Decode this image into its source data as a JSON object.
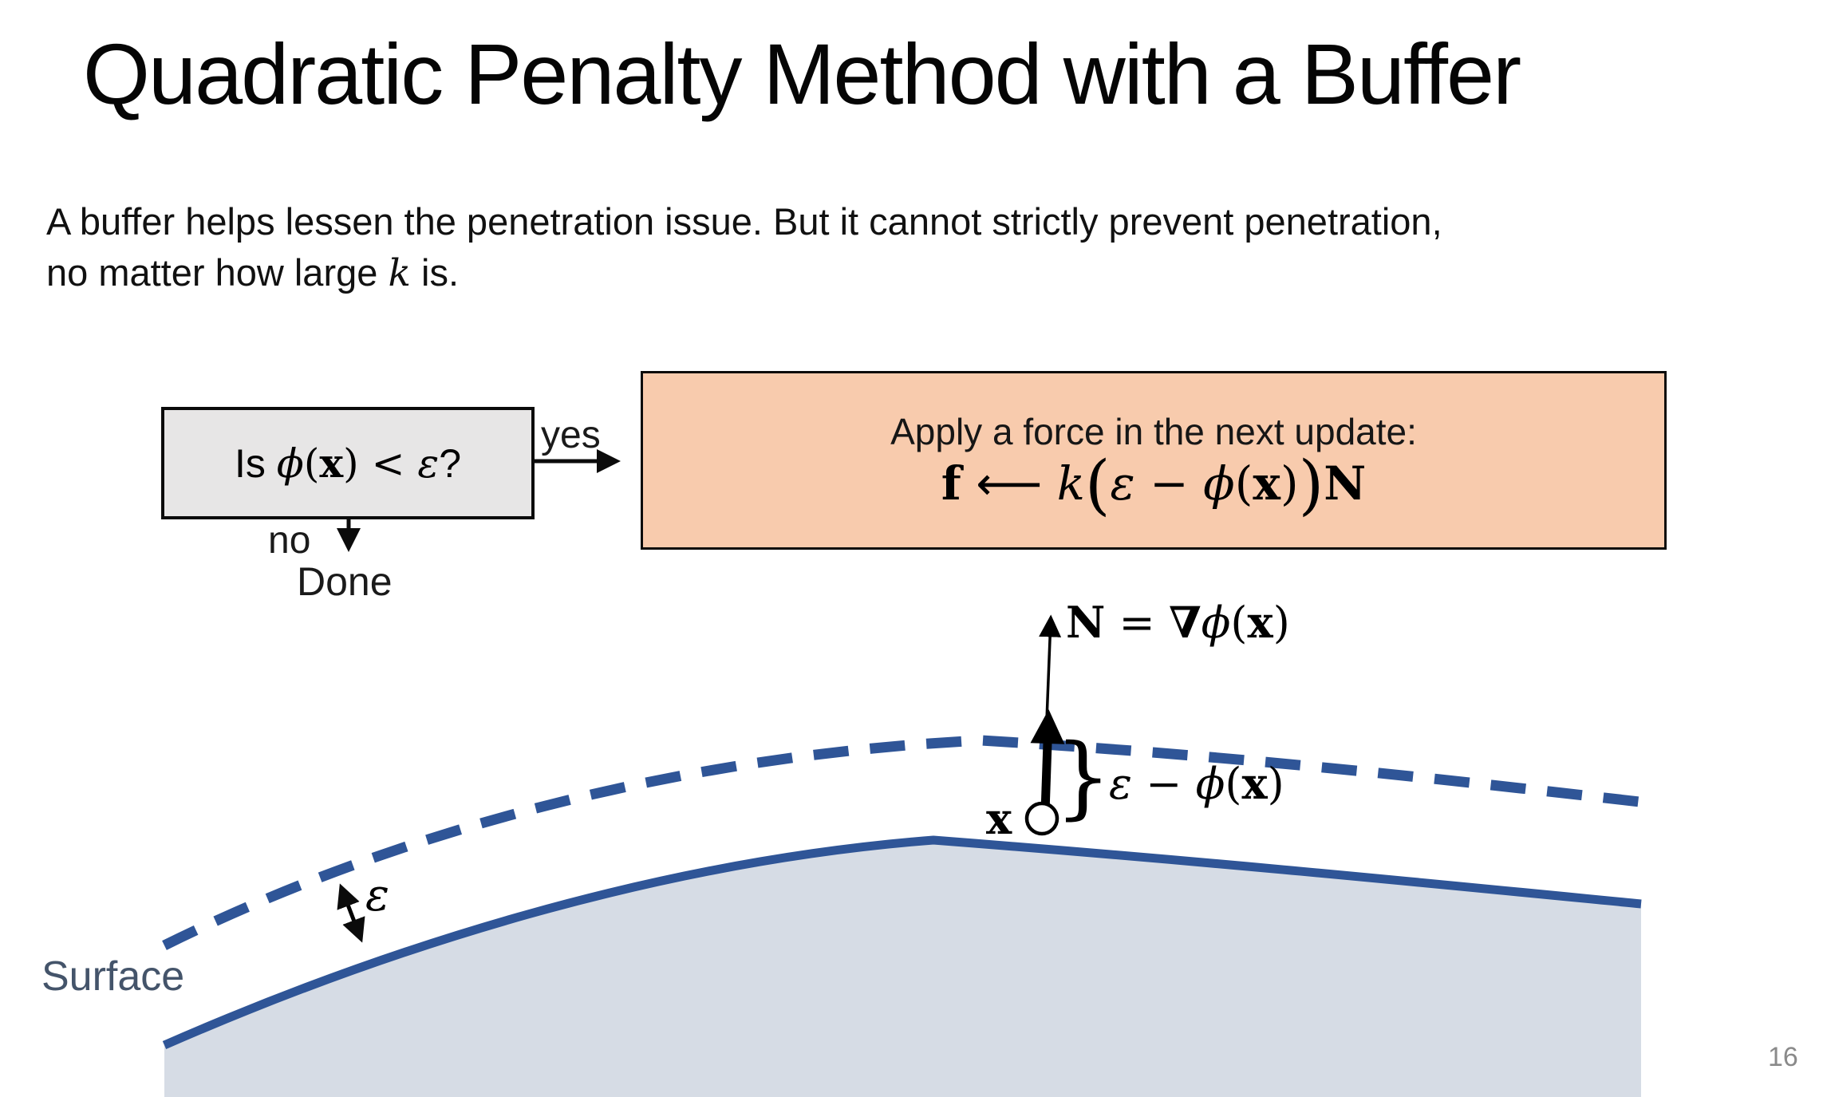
{
  "slide": {
    "title": "Quadratic Penalty Method with a Buffer",
    "page_number": "16"
  },
  "intro": {
    "line1": "A buffer helps lessen the penetration issue. But it cannot strictly prevent penetration,",
    "line2_prefix": "no matter how large ",
    "line2_k": "k",
    "line2_suffix": " is."
  },
  "flowchart": {
    "condition_box": {
      "is": "Is ",
      "phi": "ϕ",
      "open": "(",
      "x": "x",
      "close": ")",
      "lt": " < ",
      "eps": "ε",
      "q": "?"
    },
    "yes_label": "yes",
    "no_label": "no",
    "done_label": "Done",
    "action_box": {
      "line1": "Apply a force in the next update:",
      "f": "f",
      "assign": " ⟵ ",
      "k": "k",
      "big_open": "(",
      "eps": "ε",
      "minus": " − ",
      "phi": "ϕ",
      "open": "(",
      "x": "x",
      "close": ")",
      "big_close": ")",
      "N": "N"
    }
  },
  "diagram": {
    "normal_label": {
      "N": "N",
      "eq": " = ",
      "nabla": "∇",
      "phi": "ϕ",
      "open": "(",
      "x": "x",
      "close": ")"
    },
    "gap_label": {
      "eps": "ε",
      "minus": " − ",
      "phi": "ϕ",
      "open": "(",
      "x": "x",
      "close": ")"
    },
    "brace": "}",
    "point_label": "x",
    "epsilon_label": "ε",
    "surface_label": "Surface"
  },
  "colors": {
    "action_box_fill": "#F8CBAD",
    "condition_box_fill": "#E7E6E6",
    "curve_blue": "#2F5597",
    "region_fill": "#D6DCE5",
    "surface_label_color": "#44546A",
    "page_number_color": "#8A8A8A"
  }
}
